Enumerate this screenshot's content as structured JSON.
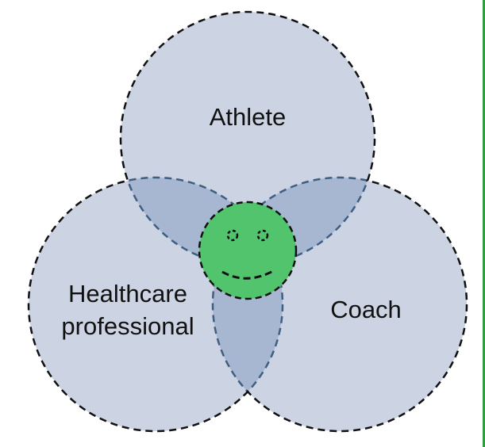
{
  "sets": [
    {
      "id": "athlete",
      "label_lines": [
        "Athlete"
      ]
    },
    {
      "id": "healthcare",
      "label_lines": [
        "Healthcare",
        "professional"
      ]
    },
    {
      "id": "coach",
      "label_lines": [
        "Coach"
      ]
    }
  ],
  "colors": {
    "circle_fill": "#ccd3e3",
    "overlap_fill": "#a7b7d2",
    "outline": "#111111",
    "overlap_outline": "#3f5f82",
    "center_fill": "#52c46e",
    "right_edge": "#2e9e3e"
  },
  "icons": {
    "center": "smiley-face-icon"
  }
}
